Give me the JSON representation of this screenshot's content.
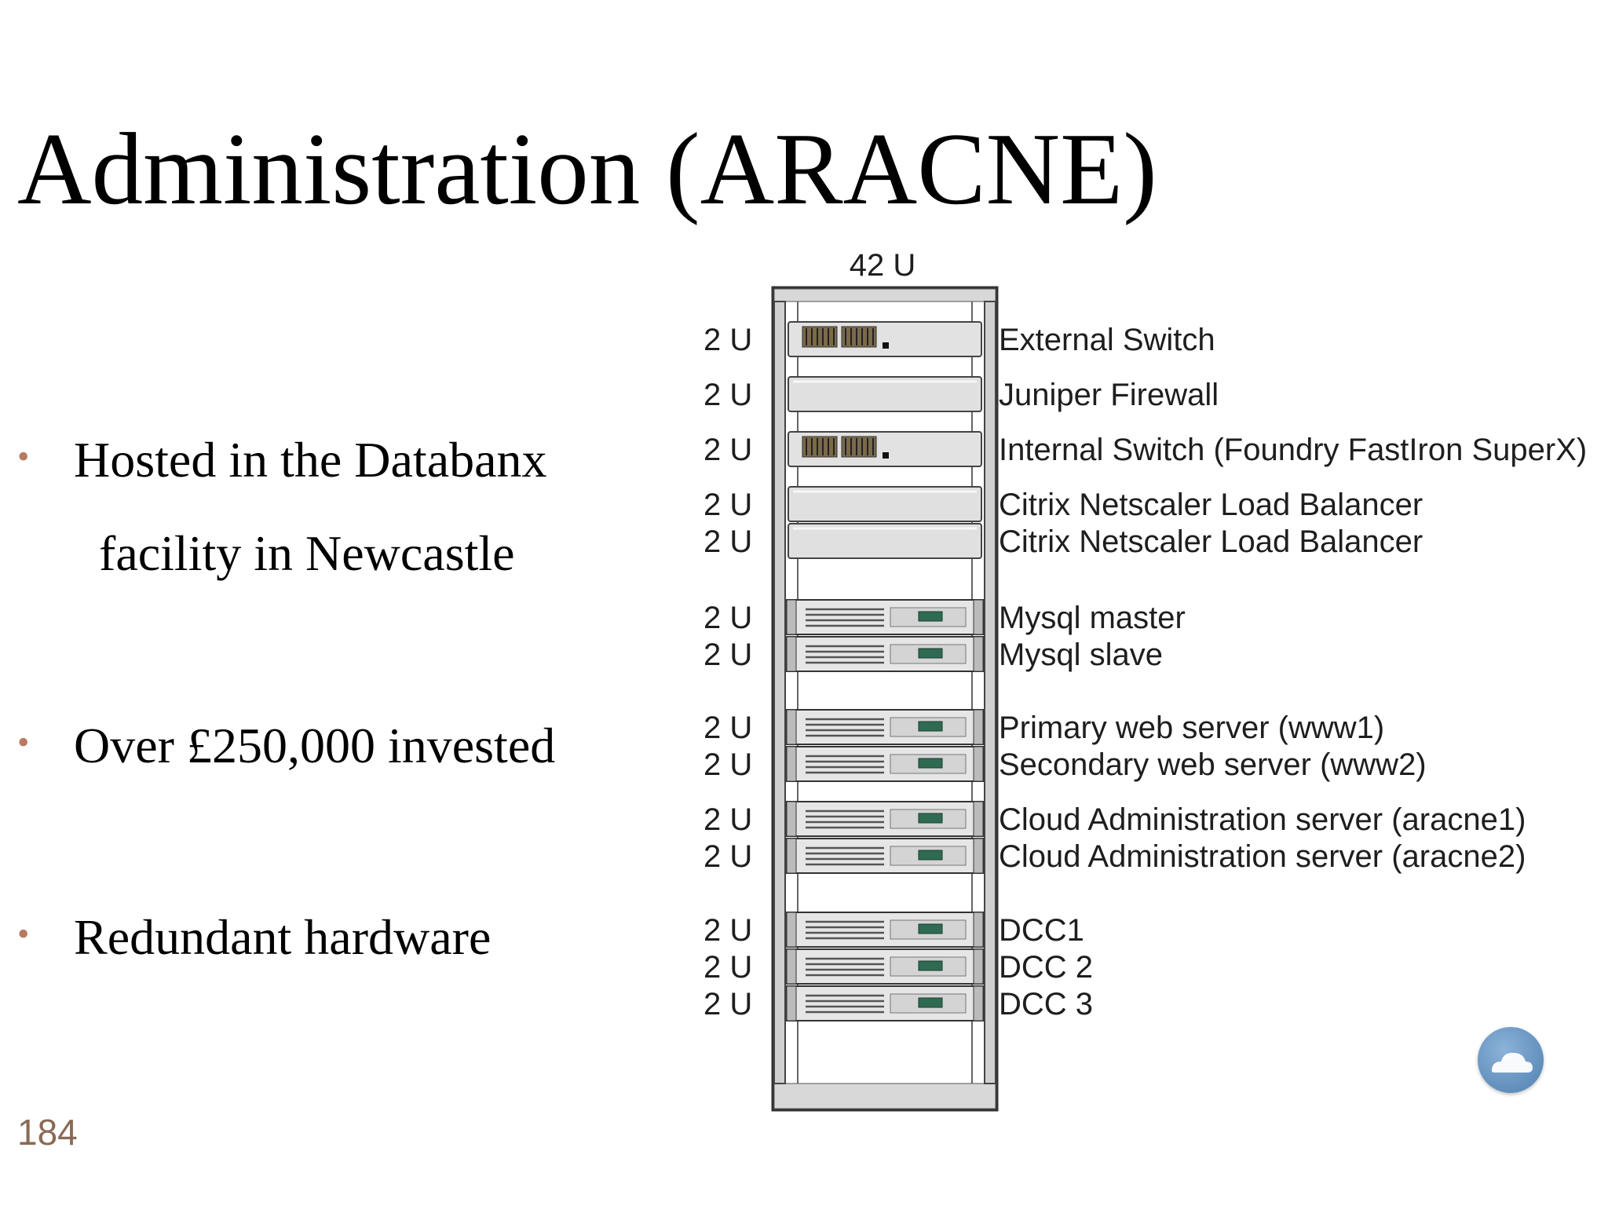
{
  "slide": {
    "title": "Administration (ARACNE)",
    "page_number": "184"
  },
  "bullets": [
    {
      "line1": "Hosted in the Databanx",
      "line2": "facility in Newcastle"
    },
    {
      "line1": "Over £250,000 invested"
    },
    {
      "line1": "Redundant hardware"
    }
  ],
  "rack": {
    "height_label": "42 U",
    "units": [
      {
        "size": "2 U",
        "label": "External Switch",
        "kind": "switch"
      },
      {
        "size": "2 U",
        "label": "Juniper Firewall",
        "kind": "blank"
      },
      {
        "size": "2 U",
        "label": "Internal Switch (Foundry FastIron SuperX)",
        "kind": "switch"
      },
      {
        "size": "2 U",
        "label": "Citrix Netscaler Load Balancer",
        "kind": "blank"
      },
      {
        "size": "2 U",
        "label": "Citrix Netscaler Load Balancer",
        "kind": "blank"
      },
      {
        "size": "2 U",
        "label": "Mysql master",
        "kind": "server"
      },
      {
        "size": "2 U",
        "label": "Mysql slave",
        "kind": "server"
      },
      {
        "size": "2 U",
        "label": "Primary web server (www1)",
        "kind": "server"
      },
      {
        "size": "2 U",
        "label": "Secondary web server (www2)",
        "kind": "server"
      },
      {
        "size": "2 U",
        "label": "Cloud Administration server (aracne1)",
        "kind": "server"
      },
      {
        "size": "2 U",
        "label": "Cloud Administration server (aracne2)",
        "kind": "server"
      },
      {
        "size": "2 U",
        "label": "DCC1",
        "kind": "server"
      },
      {
        "size": "2 U",
        "label": "DCC 2",
        "kind": "server"
      },
      {
        "size": "2 U",
        "label": "DCC 3",
        "kind": "server"
      }
    ]
  },
  "colors": {
    "bullet": "#b97a62",
    "page_number": "#8a6a56",
    "logo": "#4f7fb0"
  },
  "icons": {
    "logo": "cloud-icon"
  }
}
